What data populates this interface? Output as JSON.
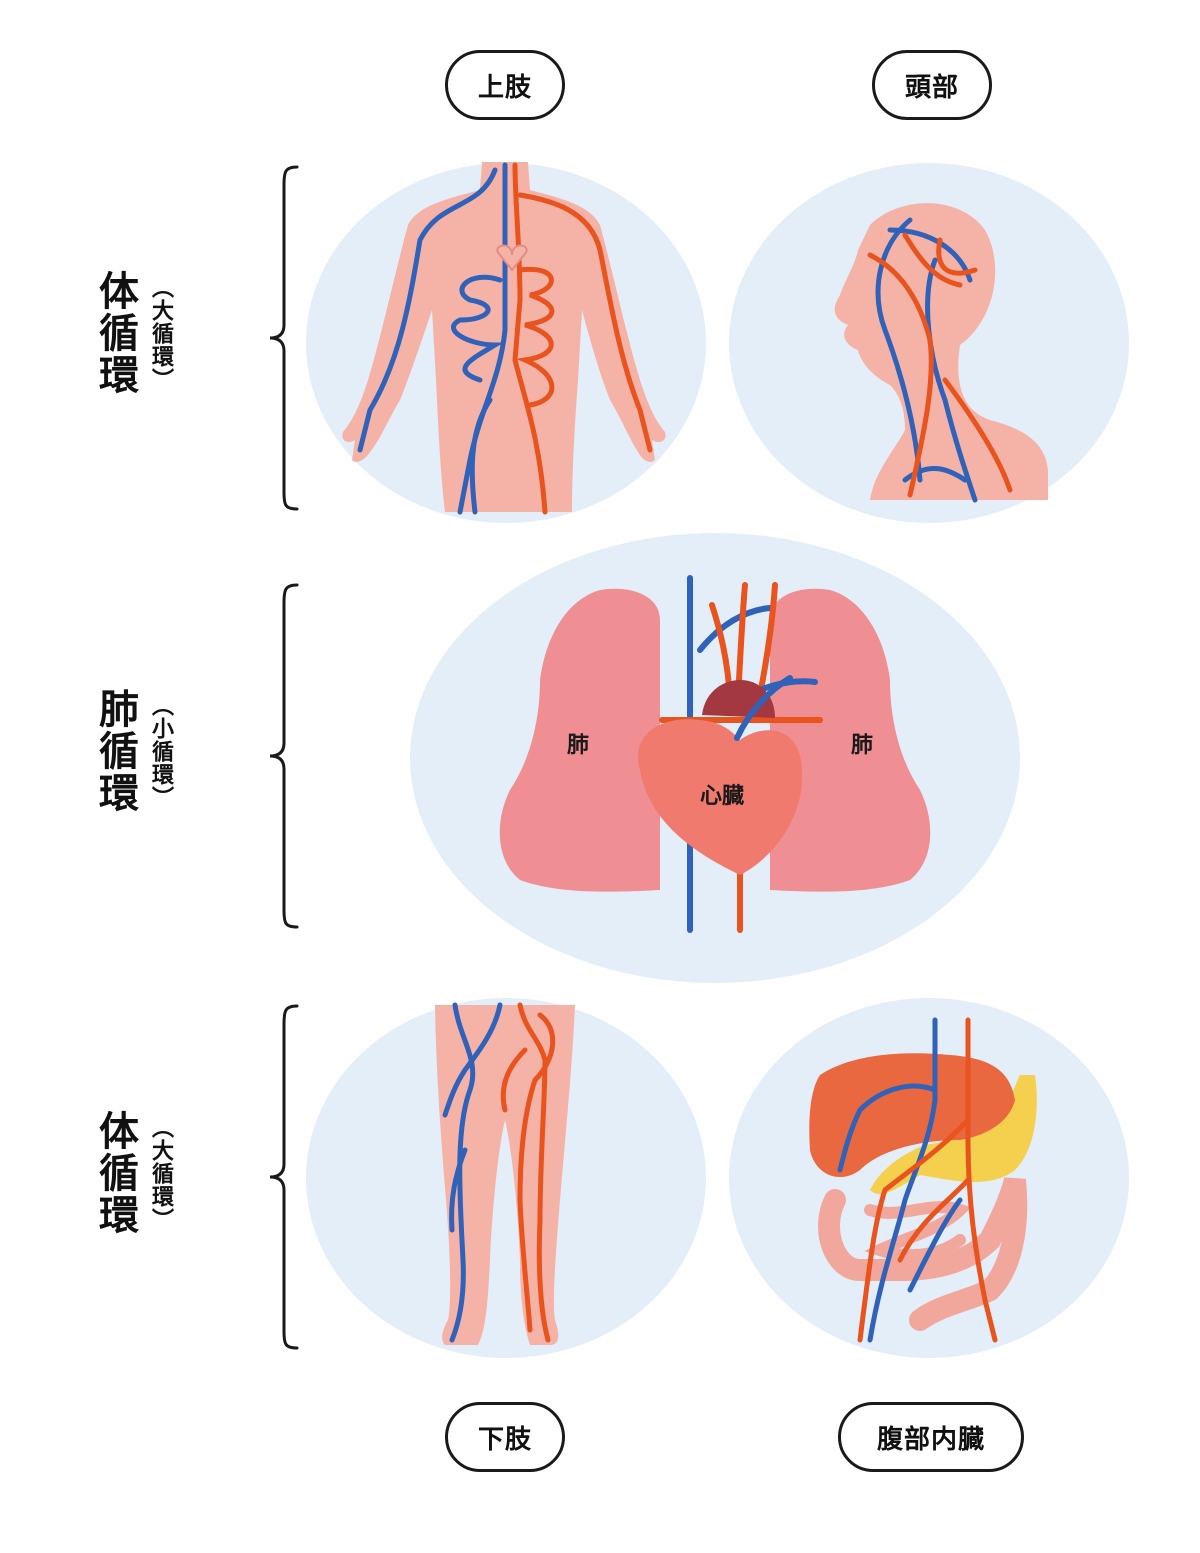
{
  "labels": {
    "upper_limb": "上肢",
    "head": "頭部",
    "lower_limb": "下肢",
    "abdominal_organs": "腹部内臓"
  },
  "sections": [
    {
      "title": "体循環",
      "subtitle": "（大循環）"
    },
    {
      "title": "肺循環",
      "subtitle": "（小循環）"
    },
    {
      "title": "体循環",
      "subtitle": "（大循環）"
    }
  ],
  "organs": {
    "lung_left": "肺",
    "lung_right": "肺",
    "heart": "心臓"
  },
  "colors": {
    "circle_bg": "#e3eef9",
    "skin": "#f5b3a8",
    "vein": "#2f62b8",
    "artery": "#e8531e",
    "lung": "#ef8f93",
    "heart": "#f07a6d",
    "liver": "#e9683f",
    "stomach": "#f4d04e",
    "intestine": "#f2a79c"
  }
}
